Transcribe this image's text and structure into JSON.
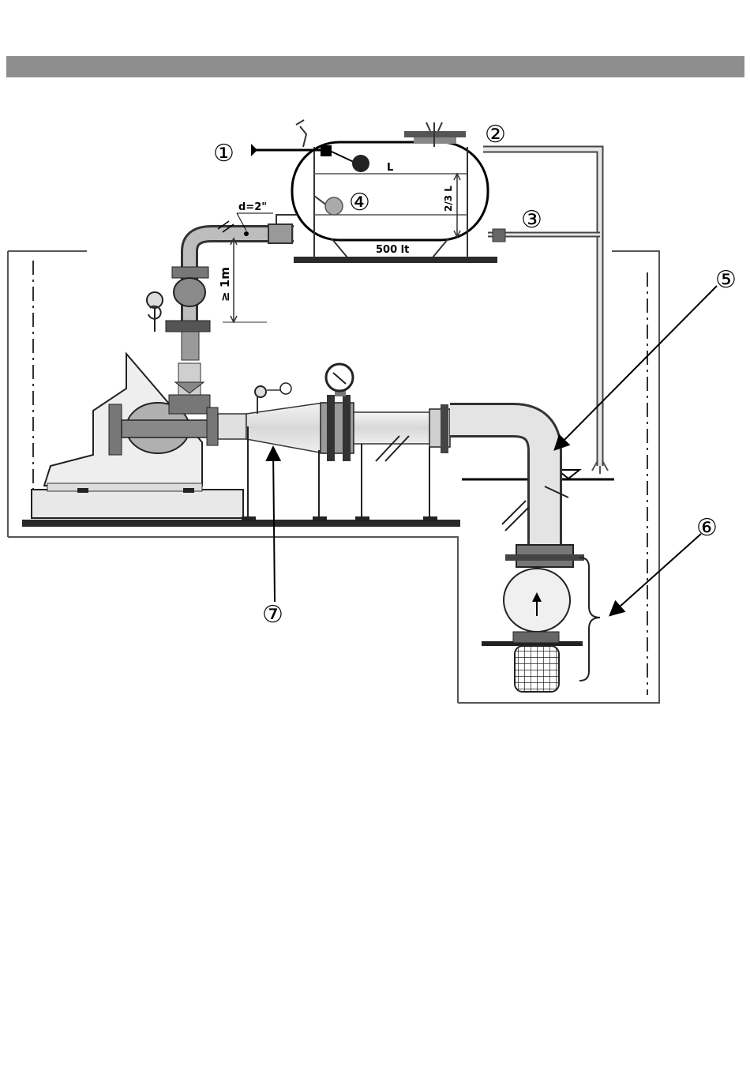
{
  "header_bar": {
    "color": "#8e8e8e"
  },
  "diagram": {
    "tank": {
      "capacity_label": "500 lt",
      "level_label": "L",
      "two_thirds_label": "2/3 L"
    },
    "pipe_diameter_label": "d=2\"",
    "height_label": "≥ 1m",
    "callouts": [
      "①",
      "②",
      "③",
      "④",
      "⑤",
      "⑥",
      "⑦"
    ]
  }
}
